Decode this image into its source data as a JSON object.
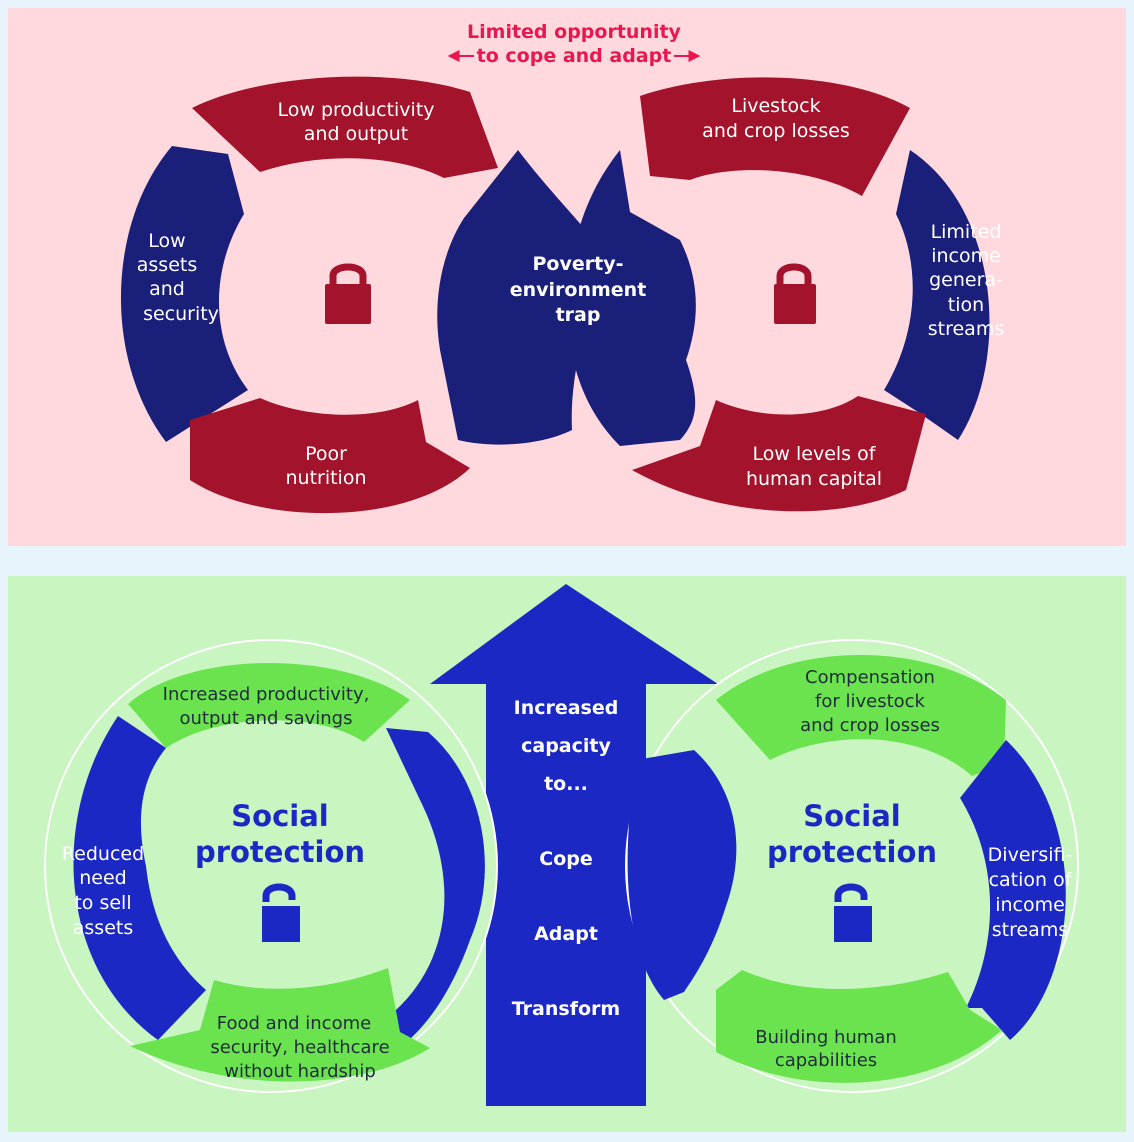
{
  "colors": {
    "outer_bg": "#e8f4fb",
    "top_panel": "#ffd9de",
    "bottom_panel": "#c8f5c0",
    "red_segment": "#a3132b",
    "navy_segment": "#1a1f7a",
    "blue_segment": "#1c28c4",
    "green_segment": "#6ae34f",
    "light_green_core": "#c8f5c0",
    "title_red": "#e8174f",
    "lock_red": "#a3132b",
    "lock_blue": "#1c28c4"
  },
  "top": {
    "title_line1": "Limited opportunity",
    "title_line2": "to cope and adapt",
    "center_label": [
      "Poverty-",
      "environment",
      "trap"
    ],
    "left_cycle": {
      "top": [
        "Low productivity",
        "and output"
      ],
      "left": [
        "Low",
        "assets",
        "and",
        "security"
      ],
      "bottom": [
        "Poor",
        "nutrition"
      ],
      "lock_icon": "closed-padlock-icon"
    },
    "right_cycle": {
      "top": [
        "Livestock",
        "and crop losses"
      ],
      "right": [
        "Limited",
        "income",
        "genera-",
        "tion",
        "streams"
      ],
      "bottom": [
        "Low levels of",
        "human capital"
      ],
      "lock_icon": "closed-padlock-icon"
    }
  },
  "bottom": {
    "arrow_label": [
      "Increased",
      "capacity",
      "to...",
      "Cope",
      "Adapt",
      "Transform"
    ],
    "left_cycle": {
      "center": [
        "Social",
        "protection"
      ],
      "top": [
        "Increased productivity,",
        "output and savings"
      ],
      "left": [
        "Reduced",
        "need",
        "to sell",
        "assets"
      ],
      "bottom": [
        "Food and income",
        "security,  healthcare",
        "without hardship"
      ],
      "lock_icon": "open-padlock-icon"
    },
    "right_cycle": {
      "center": [
        "Social",
        "protection"
      ],
      "top": [
        "Compensation",
        "for livestock",
        "and crop losses"
      ],
      "right": [
        "Diversifi-",
        "cation of",
        "income",
        "streams"
      ],
      "bottom": [
        "Building human",
        "capabilities"
      ],
      "lock_icon": "open-padlock-icon"
    }
  }
}
